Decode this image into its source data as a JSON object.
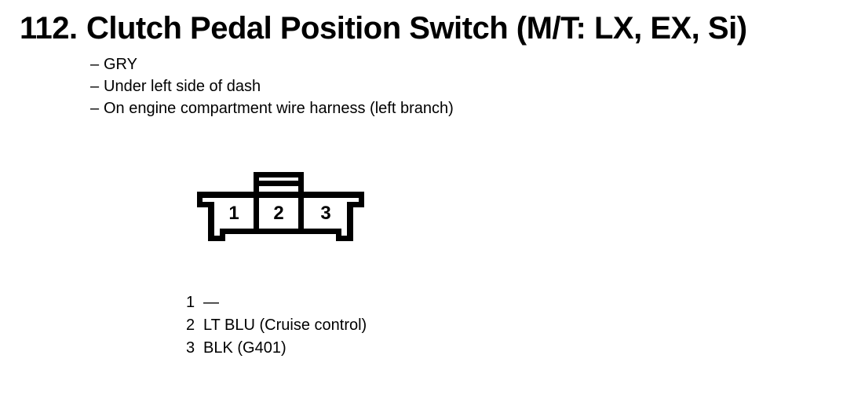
{
  "document": {
    "item_number": "112.",
    "title": "Clutch Pedal Position Switch (M/T: LX, EX, Si)",
    "bullet_char": "–",
    "details": [
      "GRY",
      "Under left side of dash",
      "On engine compartment wire harness (left branch)"
    ]
  },
  "connector": {
    "pin_labels": [
      "1",
      "2",
      "3"
    ],
    "legend": [
      {
        "pin": "1",
        "wire": "—"
      },
      {
        "pin": "2",
        "wire": "LT BLU (Cruise control)"
      },
      {
        "pin": "3",
        "wire": "BLK (G401)"
      }
    ]
  },
  "colors": {
    "ink": "#000000",
    "paper": "#ffffff"
  }
}
